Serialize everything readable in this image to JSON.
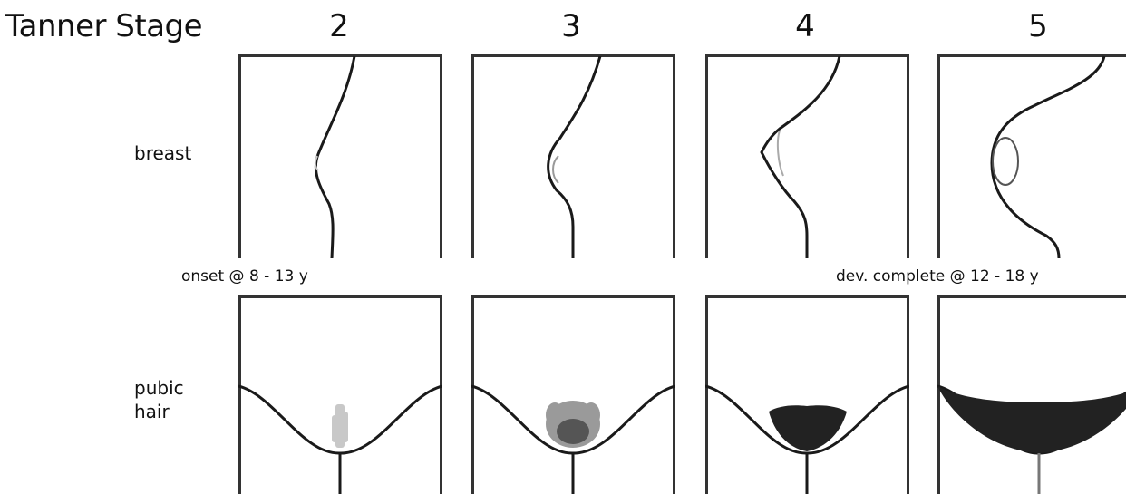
{
  "title": "Tanner Stage",
  "stages": [
    "2",
    "3",
    "4",
    "5"
  ],
  "rows": {
    "breast": "breast",
    "pubic": [
      "pubic",
      "hair"
    ]
  },
  "notes": {
    "onset": "onset @ 8 - 13 y",
    "complete": "dev. complete @ 12 - 18 y"
  },
  "colors": {
    "line": "#1a1a1a",
    "light_hair": "#c8c8c8",
    "mid_hair": "#9a9a9a",
    "dark_hair": "#222222",
    "frame": "#333333"
  }
}
